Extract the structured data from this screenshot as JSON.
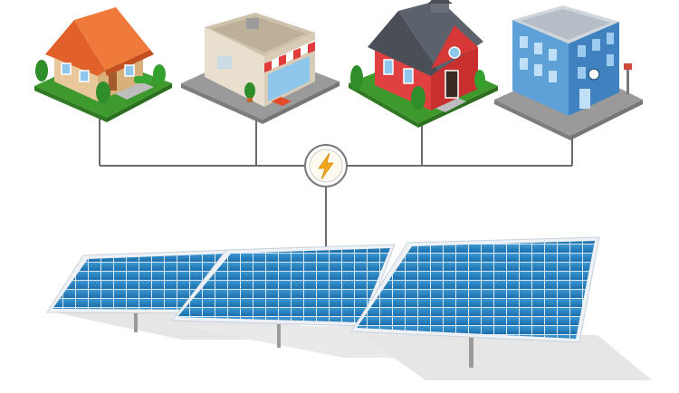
{
  "diagram": {
    "hub": {
      "icon": "lightning-bolt-icon"
    },
    "buildings": [
      {
        "id": "house",
        "icon": "house-icon"
      },
      {
        "id": "shop",
        "icon": "shop-icon"
      },
      {
        "id": "school",
        "icon": "school-icon"
      },
      {
        "id": "office",
        "icon": "office-building-icon"
      }
    ],
    "solar_panels": [
      {
        "id": "panel-left",
        "icon": "solar-panel-icon"
      },
      {
        "id": "panel-middle",
        "icon": "solar-panel-icon"
      },
      {
        "id": "panel-right",
        "icon": "solar-panel-icon"
      }
    ],
    "colors": {
      "wire": "#6b6b6b",
      "hub_ring": "#7a7a7a",
      "hub_bolt": "#f2a81d",
      "panel_cell": "#1e78b8",
      "panel_frame": "#eef2f6",
      "grass": "#3f9a2e",
      "pavement": "#9a9a9a"
    }
  }
}
